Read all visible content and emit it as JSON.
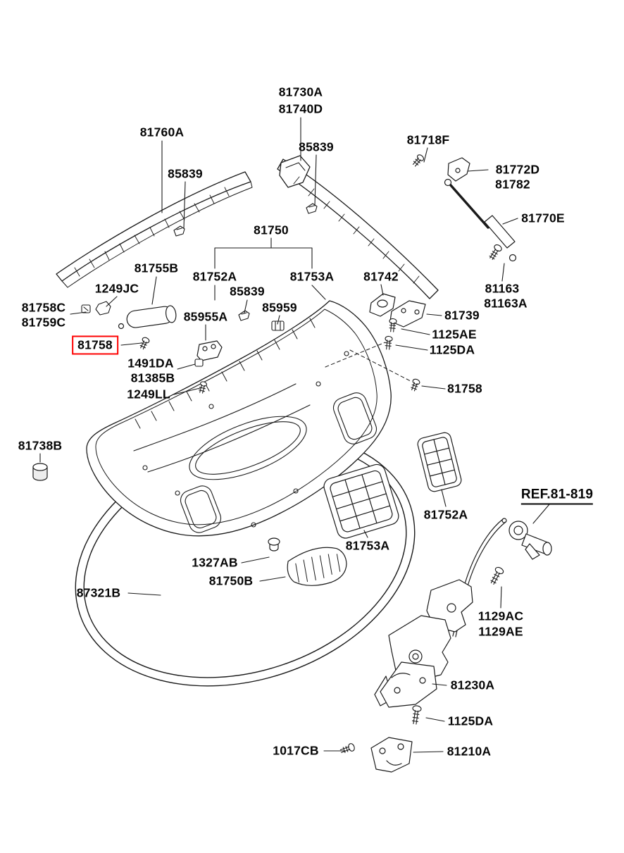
{
  "diagram": {
    "type": "automotive-parts-exploded-diagram",
    "subject": "trunk lid trim and latch parts",
    "colors": {
      "line_art": "#1a1a1a",
      "label_text": "#060606",
      "highlight_box": "#fe0000",
      "background": "#ffffff"
    },
    "highlight": {
      "part_number": "81758"
    },
    "labels": {
      "p81730A": "81730A",
      "p81740D": "81740D",
      "p81760A": "81760A",
      "p85839_left": "85839",
      "p85839_top": "85839",
      "p85839_mid": "85839",
      "p81718F": "81718F",
      "p81772D": "81772D",
      "p81782": "81782",
      "p81770E": "81770E",
      "p81750": "81750",
      "p81752A_top": "81752A",
      "p81753A_top": "81753A",
      "p81755B": "81755B",
      "p85959": "85959",
      "p1249JC": "1249JC",
      "p81758C": "81758C",
      "p81759C": "81759C",
      "p81758_boxed": "81758",
      "p85955A": "85955A",
      "p81742": "81742",
      "p81739": "81739",
      "p1125AE": "1125AE",
      "p1125DA_mid": "1125DA",
      "p81163": "81163",
      "p81163A": "81163A",
      "p1491DA": "1491DA",
      "p81385B": "81385B",
      "p1249LL": "1249LL",
      "p81758_right": "81758",
      "p81738B": "81738B",
      "p81752A_right": "81752A",
      "pREF": "REF.81-819",
      "p81753A_bottom": "81753A",
      "p1327AB": "1327AB",
      "p81750B": "81750B",
      "p87321B": "87321B",
      "p1129AC": "1129AC",
      "p1129AE": "1129AE",
      "p81230A": "81230A",
      "p1125DA_bottom": "1125DA",
      "p1017CB": "1017CB",
      "p81210A": "81210A"
    }
  }
}
